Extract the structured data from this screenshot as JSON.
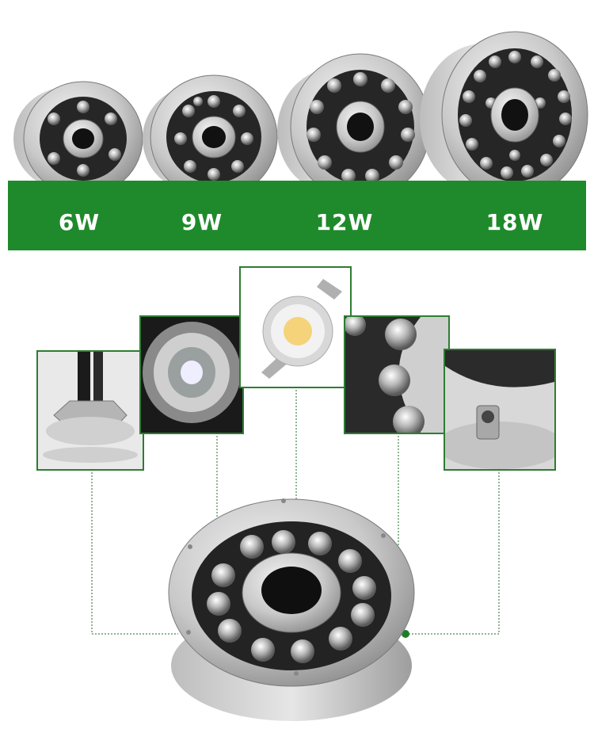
{
  "wattages": [
    {
      "label": "6W"
    },
    {
      "label": "9W"
    },
    {
      "label": "12W"
    },
    {
      "label": "18W"
    }
  ],
  "colors": {
    "band": "#1f8a2b",
    "connector": "#1f6d25"
  }
}
